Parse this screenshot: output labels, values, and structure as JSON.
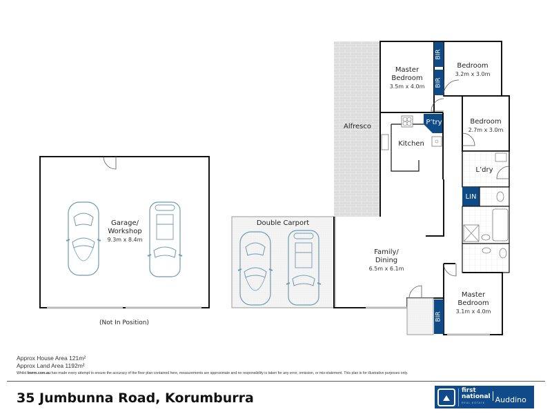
{
  "rooms": [
    {
      "name": "Master Bedroom",
      "line1": "Master",
      "line2": "Bedroom",
      "dimensions": "3.5m x 4.0m"
    },
    {
      "name": "Bedroom",
      "line1": "Bedroom",
      "dimensions": "3.2m x 3.0m"
    },
    {
      "name": "Bedroom",
      "line1": "Bedroom",
      "dimensions": "2.7m x 3.0m"
    },
    {
      "name": "Kitchen",
      "line1": "Kitchen"
    },
    {
      "name": "P'try",
      "line1": "P’try"
    },
    {
      "name": "Alfresco",
      "line1": "Alfresco"
    },
    {
      "name": "L'dry",
      "line1": "L’dry"
    },
    {
      "name": "LIN",
      "line1": "LIN"
    },
    {
      "name": "Family/Dining",
      "line1": "Family/",
      "line2": "Dining",
      "dimensions": "6.5m x 6.1m"
    },
    {
      "name": "Master Bedroom",
      "line1": "Master",
      "line2": "Bedroom",
      "dimensions": "3.1m x 4.0m"
    },
    {
      "name": "Double Carport",
      "line1": "Double Carport"
    },
    {
      "name": "Garage/Workshop",
      "line1": "Garage/",
      "line2": "Workshop",
      "dimensions": "9.3m x 8.4m"
    }
  ],
  "bir_label": "BIR",
  "garage_note": "(Not In Position)",
  "footer": {
    "house_area": "Approx House Area 121m²",
    "land_area": "Approx Land Area 1192m²",
    "disclaimer_prefix": "Whilst ",
    "disclaimer_brand": "bwrm.com.au",
    "disclaimer_rest": " has made every attempt to ensure the accuracy of the floor plan contained here, measurements are approximate and no responsibility is taken for any error, omission, or mis-statement. This plan is for illustrative purposes only.",
    "address": "35 Jumbunna Road, Korumburra"
  },
  "logo": {
    "line1": "first",
    "line2": "national",
    "line3": "REAL ESTATE",
    "office": "Auddino"
  },
  "colors": {
    "accent": "#0e4a86",
    "wall": "#111111",
    "alfresco": "#d9d9d9",
    "car_outline": "#6e9ab0"
  }
}
